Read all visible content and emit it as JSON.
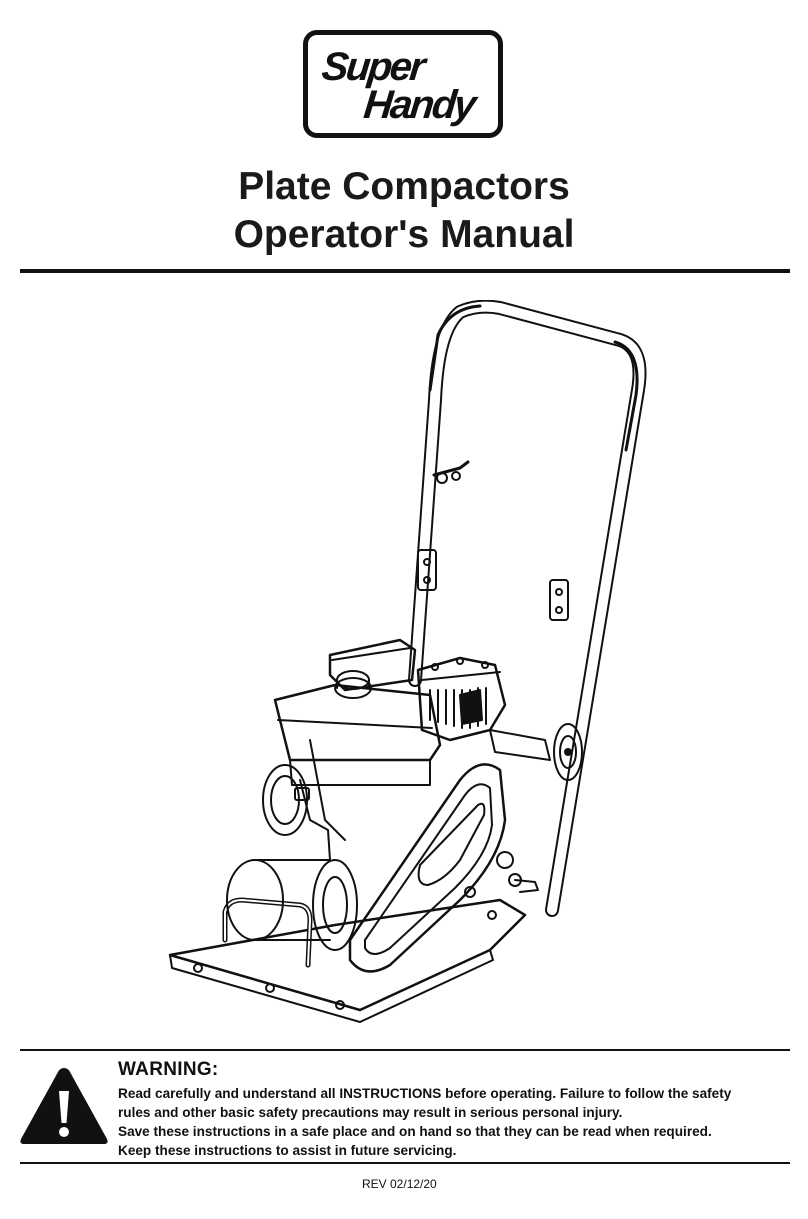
{
  "brand": {
    "logo_line1": "Super",
    "logo_line2": "Handy"
  },
  "title": {
    "line1": "Plate Compactors",
    "line2": "Operator's Manual"
  },
  "illustration": {
    "subject": "plate-compactor-line-drawing"
  },
  "warning": {
    "icon": "warning-triangle-icon",
    "heading": "WARNING:",
    "line1": "Read carefully and understand all INSTRUCTIONS before operating. Failure to follow the safety",
    "line2": "rules and other basic safety precautions may result in serious personal injury.",
    "line3": "Save these instructions in a safe place and on hand so that they can be read when required.",
    "line4": "Keep these instructions to assist in future servicing."
  },
  "revision": "REV 02/12/20",
  "colors": {
    "ink": "#111111",
    "background": "#ffffff"
  }
}
